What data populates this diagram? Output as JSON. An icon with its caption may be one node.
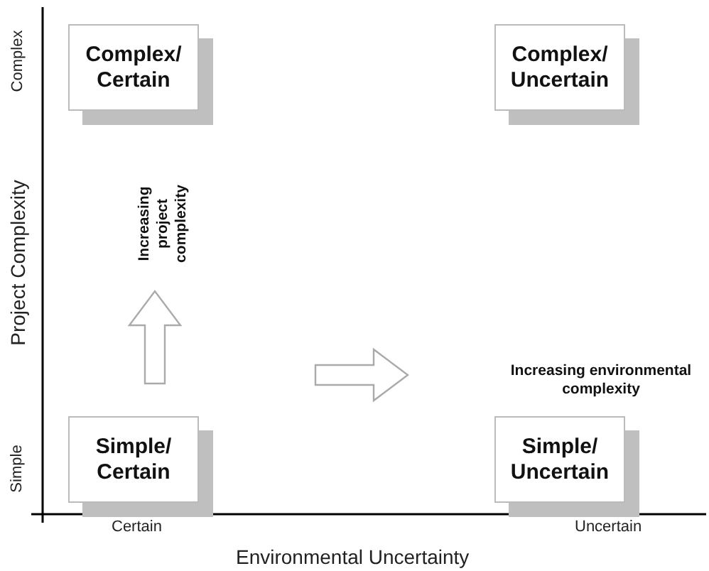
{
  "diagram": {
    "nodes": [
      {
        "text": [
          "Complex/ Certain"
        ]
      },
      {
        "text": [
          "Complex/ Uncertain"
        ]
      },
      {
        "text": [
          "Simple/ Certain"
        ]
      },
      {
        "text": [
          "Simple/ Uncertain"
        ]
      }
    ],
    "labels": [
      "Complex",
      "Project Complexity",
      "Increasing project complexity",
      "Increasing environmental complexity",
      "Simple",
      "Certain",
      "Uncertain",
      "Environmental Uncertainty"
    ]
  }
}
